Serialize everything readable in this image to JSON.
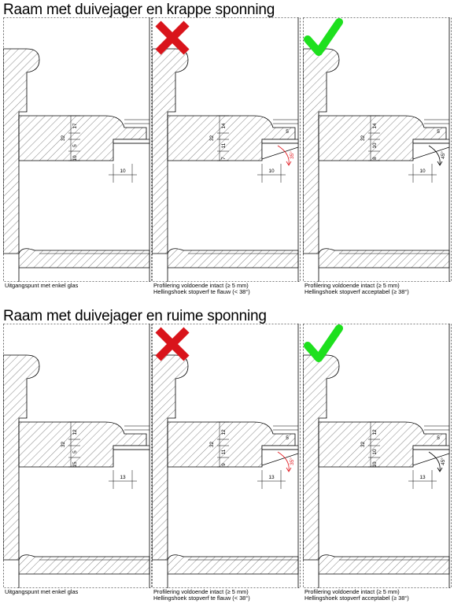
{
  "sections": [
    {
      "title": "Raam met duivejager en krappe sponning",
      "panels": [
        {
          "caption_line1": "Uitgangspunt met enkel glas",
          "caption_line2": "",
          "verdict": "none",
          "dims": {
            "frame_top": "17",
            "frame_mid": "5",
            "frame_bottom": "10",
            "profile_height": "32",
            "rabbet": "10",
            "glass": "",
            "angle": ""
          }
        },
        {
          "caption_line1": "Profilering voldoende intact (≥ 5 mm)",
          "caption_line2": "Hellingshoek stopverf te flauw (< 38°)",
          "verdict": "cross",
          "dims": {
            "frame_top": "14",
            "frame_mid": "11",
            "frame_bottom": "7",
            "profile_height": "32",
            "rabbet": "10",
            "glass": "5",
            "angle": "35°"
          }
        },
        {
          "caption_line1": "Profilering voldoende intact (≥ 5 mm)",
          "caption_line2": "Hellingshoek stopverf acceptabel (≥ 38°)",
          "verdict": "check",
          "dims": {
            "frame_top": "14",
            "frame_mid": "10",
            "frame_bottom": "8",
            "profile_height": "32",
            "rabbet": "10",
            "glass": "5",
            "angle": "45°"
          }
        }
      ]
    },
    {
      "title": "Raam met duivejager en ruime sponning",
      "panels": [
        {
          "caption_line1": "Uitgangspunt met enkel glas",
          "caption_line2": "",
          "verdict": "none",
          "dims": {
            "frame_top": "12",
            "frame_mid": "5",
            "frame_bottom": "15",
            "profile_height": "32",
            "rabbet": "13",
            "glass": "",
            "angle": ""
          }
        },
        {
          "caption_line1": "Profilering voldoende intact (≥ 5 mm)",
          "caption_line2": "Hellingshoek stopverf te flauw (< 38°)",
          "verdict": "cross",
          "dims": {
            "frame_top": "12",
            "frame_mid": "11",
            "frame_bottom": "9",
            "profile_height": "32",
            "rabbet": "13",
            "glass": "5",
            "angle": "35°"
          }
        },
        {
          "caption_line1": "Profilering voldoende intact (≥ 5 mm)",
          "caption_line2": "Hellingshoek stopverf acceptabel (≥ 38°)",
          "verdict": "check",
          "dims": {
            "frame_top": "12",
            "frame_mid": "10",
            "frame_bottom": "10",
            "profile_height": "32",
            "rabbet": "13",
            "glass": "5",
            "angle": "45°"
          }
        }
      ]
    }
  ],
  "colors": {
    "cross": "#d9141b",
    "check": "#1ee01e",
    "red_line": "#e0141b",
    "hatch": "#333333"
  },
  "icons": {
    "cross": "cross-icon",
    "check": "check-icon"
  }
}
